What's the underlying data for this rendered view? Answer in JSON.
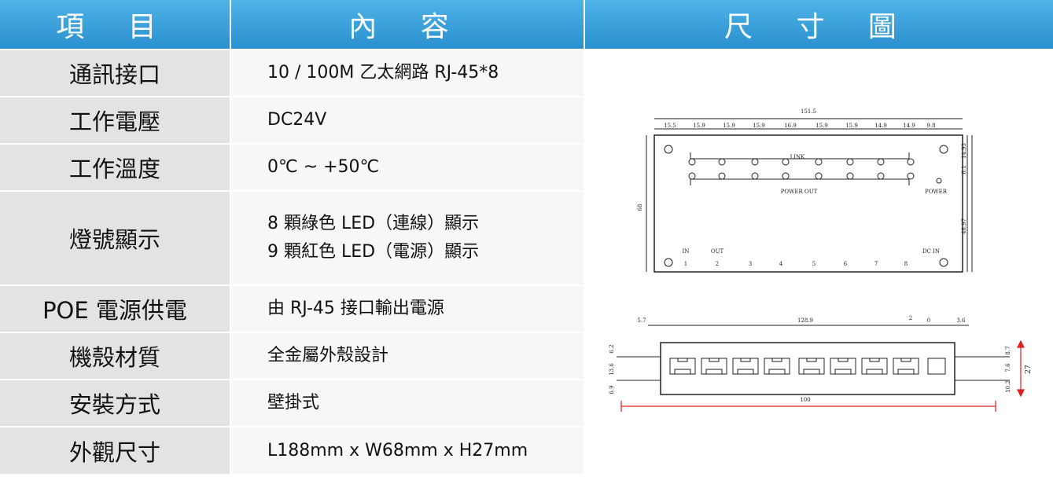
{
  "headers": [
    "項 目",
    "內 容",
    "尺 寸 圖"
  ],
  "rows": [
    {
      "label": "通訊接口",
      "value": [
        "10 / 100M 乙太網路 RJ-45*8"
      ]
    },
    {
      "label": "工作電壓",
      "value": [
        "DC24V"
      ]
    },
    {
      "label": "工作溫度",
      "value": [
        "0℃ ~ +50℃"
      ]
    },
    {
      "label": "燈號顯示",
      "value": [
        "8 顆綠色 LED（連線）顯示",
        "9 顆紅色 LED（電源）顯示"
      ]
    },
    {
      "label": "POE 電源供電",
      "value": [
        "由 RJ-45 接口輸出電源"
      ]
    },
    {
      "label": "機殼材質",
      "value": [
        "全金屬外殼設計"
      ]
    },
    {
      "label": "安裝方式",
      "value": [
        "壁掛式"
      ]
    },
    {
      "label": "外觀尺寸",
      "value": [
        "L188mm x W68mm x H27mm"
      ]
    }
  ],
  "top_diagram": {
    "total": "151.5",
    "segments": [
      "15.5",
      "15.9",
      "15.9",
      "15.9",
      "16.9",
      "15.9",
      "15.9",
      "14.9",
      "14.9",
      "9.8"
    ],
    "link": "LINK",
    "power_out": "POWER OUT",
    "power": "POWER",
    "in": "IN",
    "out": "OUT",
    "dc_in": "DC IN",
    "height": "68",
    "right_dims": [
      "14.93",
      "6.1",
      "46.97"
    ],
    "port_nums": [
      "1",
      "2",
      "3",
      "4",
      "5",
      "6",
      "7",
      "8"
    ]
  },
  "side_diagram": {
    "dims_top": [
      "5.7",
      "128.9",
      "2",
      "0",
      "3.6"
    ],
    "bottom": "100",
    "left_dims": [
      "6.2",
      "13.6",
      "6.9"
    ],
    "right_dims": [
      "8.7",
      "7.6",
      "10.2"
    ],
    "height": "27"
  }
}
